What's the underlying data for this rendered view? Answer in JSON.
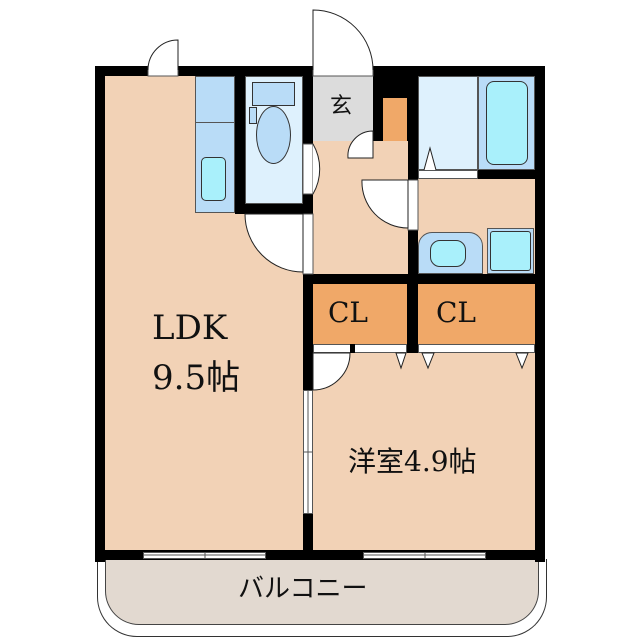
{
  "floorplan": {
    "rooms": {
      "ldk": {
        "name": "LDK",
        "size": "9.5帖"
      },
      "western_room": {
        "label": "洋室4.9帖"
      },
      "closet_1": {
        "label": "CL"
      },
      "closet_2": {
        "label": "CL"
      },
      "entrance": {
        "label": "玄"
      },
      "balcony": {
        "label": "バルコニー"
      }
    },
    "colors": {
      "room": "#f2d2b6",
      "closet": "#f0a868",
      "wet_area": "#b9dcf7",
      "wet_area_light": "#def1fd",
      "fixture": "#a9f0fb",
      "entrance": "#dcdcdc",
      "balcony": "#e2d9d0",
      "wall": "#000000"
    }
  }
}
